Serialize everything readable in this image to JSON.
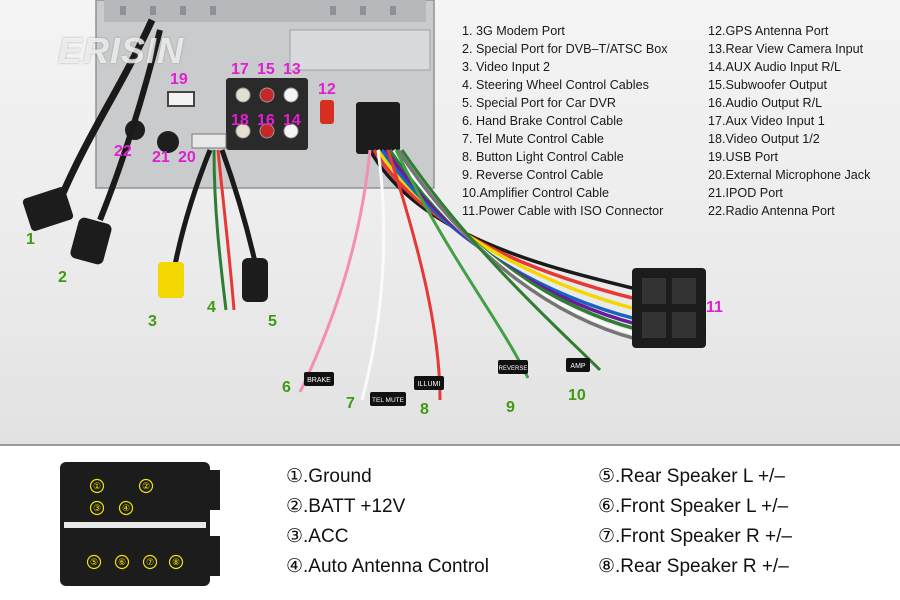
{
  "brand": "ERISIN",
  "ports_left": [
    "1. 3G Modem Port",
    "2. Special Port for DVB–T/ATSC Box",
    "3. Video Input 2",
    "4. Steering Wheel Control Cables",
    "5. Special Port for Car DVR",
    "6. Hand Brake Control Cable",
    "7. Tel Mute Control Cable",
    "8. Button Light Control Cable",
    "9. Reverse Control Cable",
    "10.Amplifier Control Cable",
    "11.Power Cable with ISO Connector"
  ],
  "ports_right": [
    "12.GPS Antenna Port",
    "13.Rear View Camera Input",
    "14.AUX Audio Input R/L",
    "15.Subwoofer Output",
    "16.Audio Output R/L",
    "17.Aux Video Input 1",
    "18.Video Output 1/2",
    "19.USB Port",
    "20.External Microphone Jack",
    "21.IPOD Port",
    "22.Radio Antenna Port"
  ],
  "callouts": {
    "c1": "1",
    "c2": "2",
    "c3": "3",
    "c4": "4",
    "c5": "5",
    "c6": "6",
    "c7": "7",
    "c8": "8",
    "c9": "9",
    "c10": "10",
    "c11": "11",
    "c12": "12",
    "c13": "13",
    "c14": "14",
    "c15": "15",
    "c16": "16",
    "c17": "17",
    "c18": "18",
    "c19": "19",
    "c20": "20",
    "c21": "21",
    "c22": "22"
  },
  "tags": {
    "t6": "BRAKE",
    "t7": "TEL MUTE",
    "t8": "ILLUMI",
    "t9": "REVERSE",
    "t10": "AMP"
  },
  "iso_pins": {
    "p1": "①",
    "p2": "②",
    "p3": "③",
    "p4": "④",
    "p5": "⑤",
    "p6": "⑥",
    "p7": "⑦",
    "p8": "⑧"
  },
  "legend_left": [
    "①.Ground",
    "②.BATT +12V",
    "③.ACC",
    "④.Auto Antenna Control"
  ],
  "legend_right": [
    "⑤.Rear Speaker L +/–",
    "⑥.Front Speaker L +/–",
    "⑦.Front Speaker R +/–",
    "⑧.Rear Speaker R +/–"
  ],
  "colors": {
    "callout_green": "#3f9a12",
    "callout_magenta": "#e020d0",
    "pin_yellow": "#f2e600",
    "connector_black": "#1c1c1c"
  }
}
